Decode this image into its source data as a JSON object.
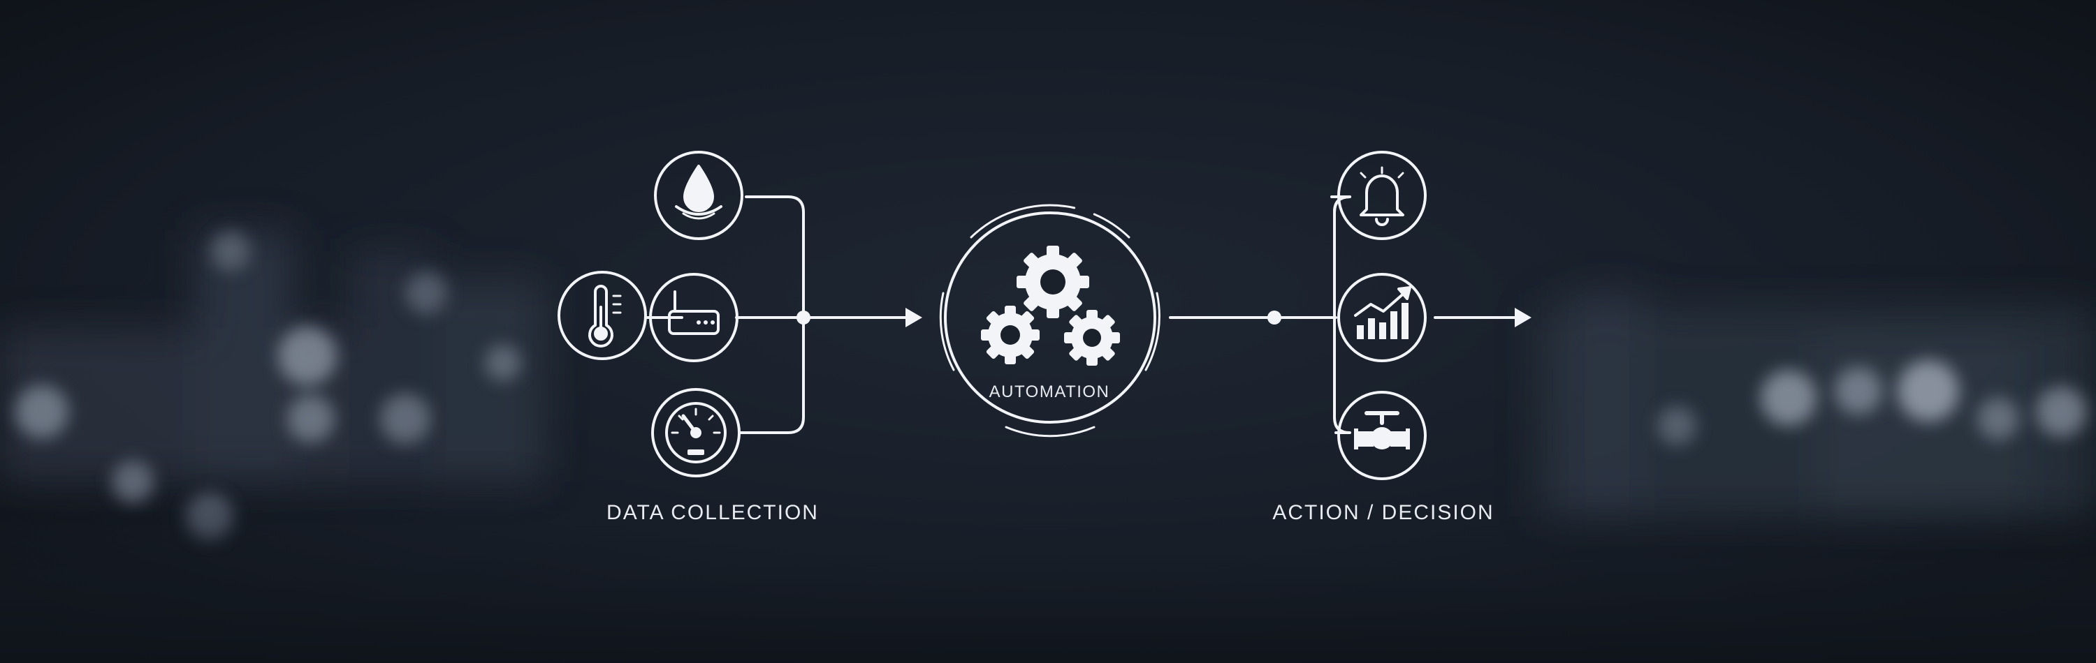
{
  "labels": {
    "left": "DATA COLLECTION",
    "center": "AUTOMATION",
    "right": "ACTION / DECISION"
  },
  "icons": {
    "inputs": [
      "water-drop-icon",
      "thermometer-icon",
      "router-icon",
      "gauge-icon"
    ],
    "hub": "gears-icon",
    "outputs": [
      "bell-alert-icon",
      "growth-chart-icon",
      "valve-icon"
    ]
  },
  "colors": {
    "background": "#151b24",
    "line": "#f2f4f7",
    "text": "#e8ecf1"
  }
}
